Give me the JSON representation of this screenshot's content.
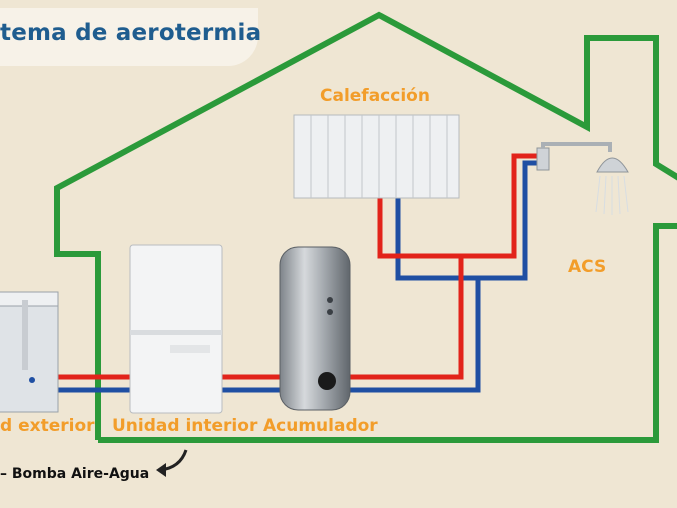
{
  "title": "tema de aerotermia",
  "labels": {
    "calefaccion": "Calefacción",
    "acs": "ACS",
    "exterior": "d exterior",
    "interior": "Unidad interior",
    "acumulador": "Acumulador"
  },
  "note": "Bomba Aire-Agua",
  "colors": {
    "background": "#efe6d3",
    "house_outline": "#2b9a3a",
    "hot_pipe": "#e2231a",
    "cold_pipe": "#1f4fa3",
    "label": "#f29d2a",
    "title": "#1f5d8f"
  }
}
